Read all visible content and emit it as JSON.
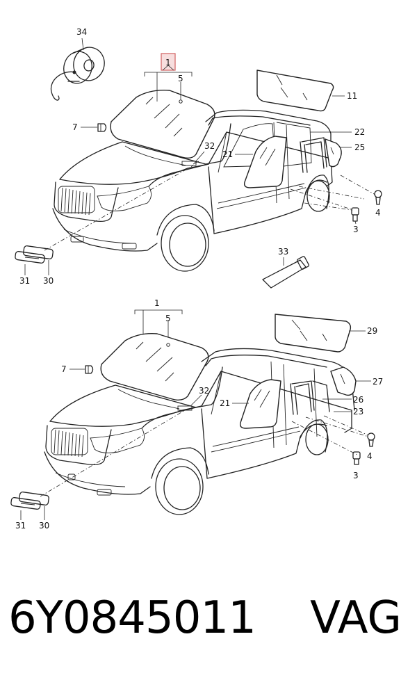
{
  "top_diagram": {
    "callouts": {
      "c1": "1",
      "c3": "3",
      "c4": "4",
      "c5": "5",
      "c7": "7",
      "c11": "11",
      "c21": "21",
      "c22": "22",
      "c25": "25",
      "c30": "30",
      "c31": "31",
      "c32": "32",
      "c33": "33",
      "c34": "34"
    }
  },
  "bottom_diagram": {
    "callouts": {
      "c1": "1",
      "c3": "3",
      "c4": "4",
      "c5": "5",
      "c7": "7",
      "c21": "21",
      "c23": "23",
      "c26": "26",
      "c27": "27",
      "c29": "29",
      "c30": "30",
      "c31": "31",
      "c32": "32"
    }
  },
  "caption": {
    "part_number": "6Y0845011",
    "brand": "VAG"
  },
  "colors": {
    "highlight_fill": "#f7dede",
    "highlight_border": "#d06060",
    "line": "#222222"
  }
}
